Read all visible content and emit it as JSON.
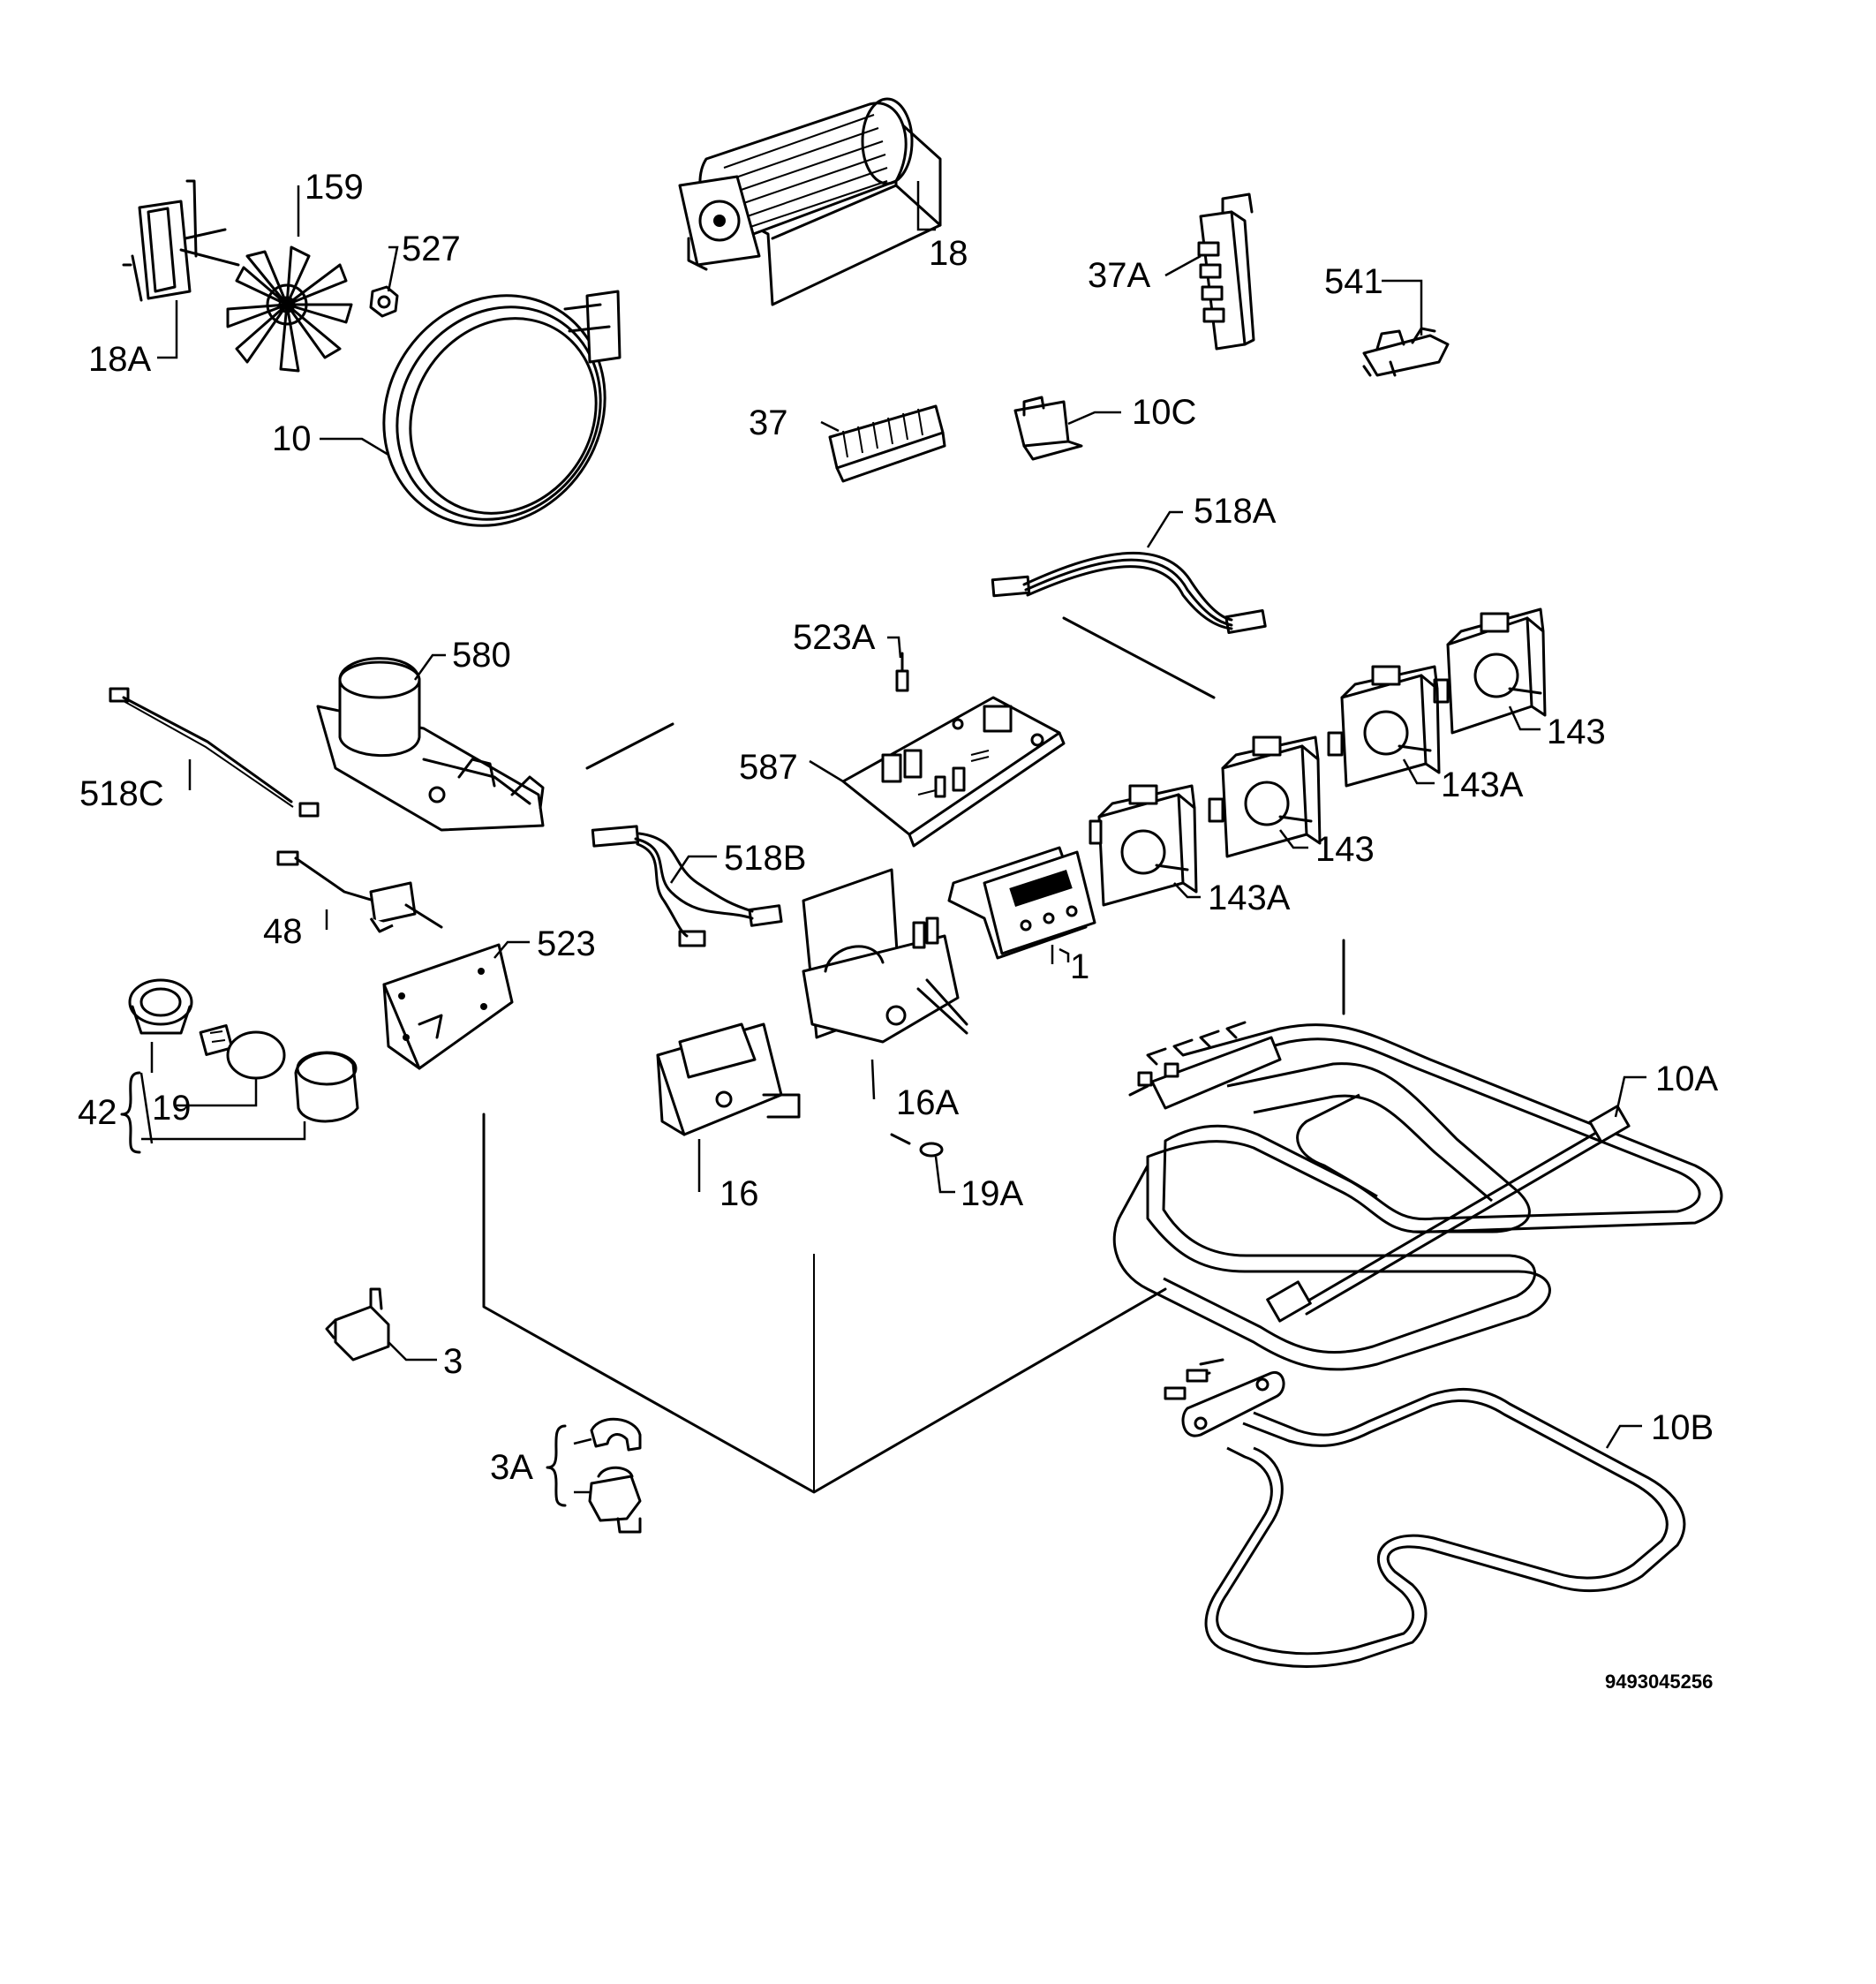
{
  "diagram": {
    "drawing_number": "9493045256",
    "labels": {
      "l_18A": "18A",
      "l_159": "159",
      "l_527": "527",
      "l_10": "10",
      "l_18": "18",
      "l_37A": "37A",
      "l_541": "541",
      "l_37": "37",
      "l_10C": "10C",
      "l_518A": "518A",
      "l_523A": "523A",
      "l_580": "580",
      "l_587": "587",
      "l_143_top": "143",
      "l_143A_top": "143A",
      "l_143_mid": "143",
      "l_143A_mid": "143A",
      "l_518C": "518C",
      "l_518B": "518B",
      "l_1": "1",
      "l_48": "48",
      "l_523": "523",
      "l_42": "42",
      "l_19": "19",
      "l_16A": "16A",
      "l_16": "16",
      "l_19A": "19A",
      "l_10A": "10A",
      "l_3": "3",
      "l_10B": "10B",
      "l_3A": "3A"
    }
  }
}
